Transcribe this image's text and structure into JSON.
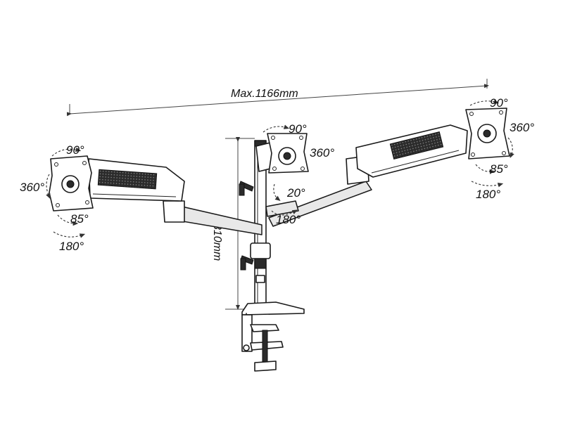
{
  "dimensions": {
    "max_width": "Max.1166mm",
    "height": "310mm"
  },
  "left_head": {
    "tilt_up": "90°",
    "rotate": "360°",
    "tilt_down": "85°",
    "swivel": "180°"
  },
  "center_head": {
    "tilt_up": "90°",
    "rotate": "360°",
    "tilt": "20°",
    "swivel": "180°"
  },
  "right_head": {
    "tilt_up": "90°",
    "rotate": "360°",
    "tilt_down": "85°",
    "swivel": "180°"
  }
}
